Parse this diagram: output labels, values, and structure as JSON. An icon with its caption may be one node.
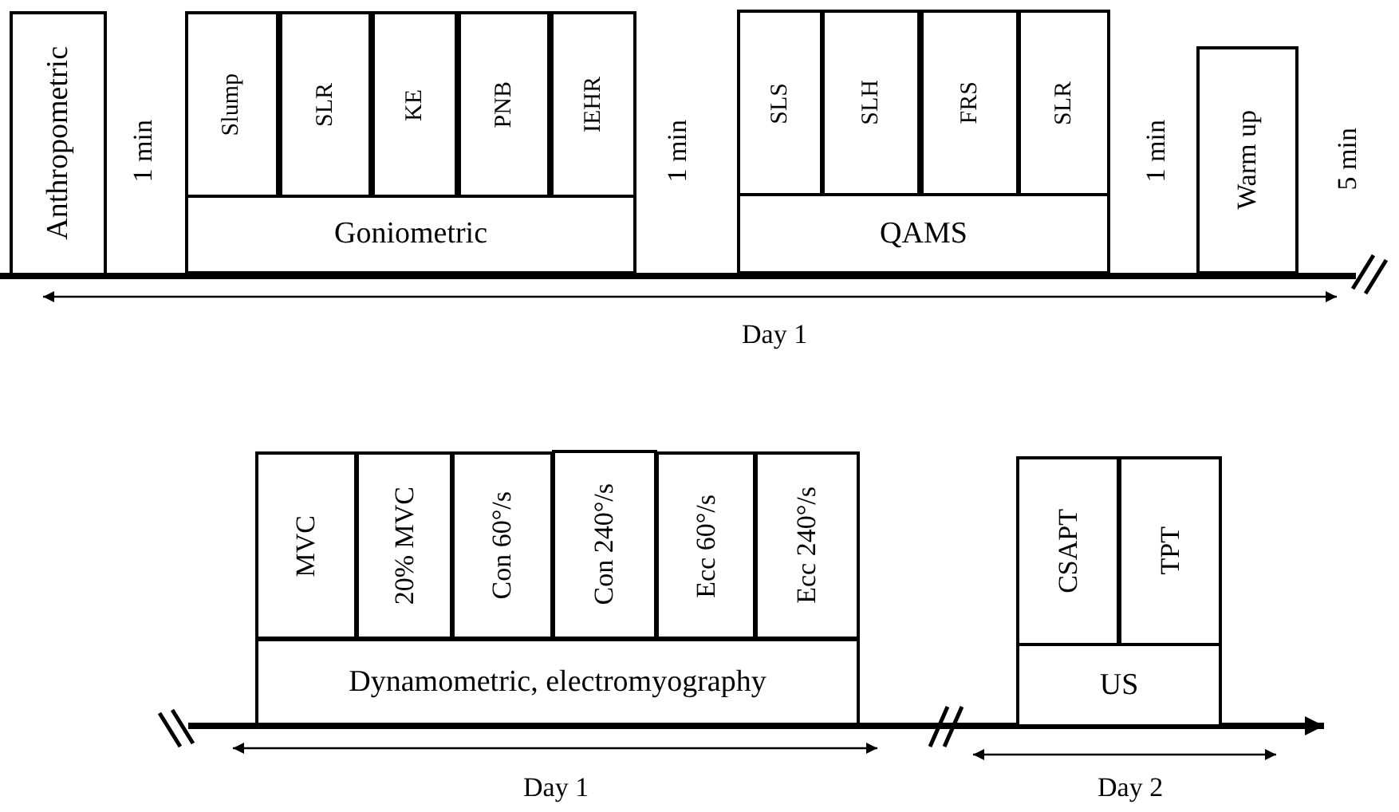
{
  "diagram": {
    "nodes": [
      {
        "text": [
          "Anthropometric"
        ]
      },
      {
        "text": [
          "Slump"
        ]
      },
      {
        "text": [
          "SLR"
        ]
      },
      {
        "text": [
          "KE"
        ]
      },
      {
        "text": [
          "PNB"
        ]
      },
      {
        "text": [
          "IEHR"
        ]
      },
      {
        "text": [
          "Goniometric"
        ]
      },
      {
        "text": [
          "SLS"
        ]
      },
      {
        "text": [
          "SLH"
        ]
      },
      {
        "text": [
          "FRS"
        ]
      },
      {
        "text": [
          "SLR"
        ]
      },
      {
        "text": [
          "QAMS"
        ]
      },
      {
        "text": [
          "Warm up"
        ]
      },
      {
        "text": [
          "MVC"
        ]
      },
      {
        "text": [
          "20% MVC"
        ]
      },
      {
        "text": [
          "Con 60°/s"
        ]
      },
      {
        "text": [
          "Con 240°/s"
        ]
      },
      {
        "text": [
          "Ecc 60°/s"
        ]
      },
      {
        "text": [
          "Ecc 240°/s"
        ]
      },
      {
        "text": [
          "Dynamometric, electromyography"
        ]
      },
      {
        "text": [
          "CSAPT"
        ]
      },
      {
        "text": [
          "TPT"
        ]
      },
      {
        "text": [
          "US"
        ]
      }
    ],
    "labels": [
      "1 min",
      "1 min",
      "1 min",
      "5 min",
      "Day 1",
      "Day 1",
      "Day 2"
    ]
  }
}
